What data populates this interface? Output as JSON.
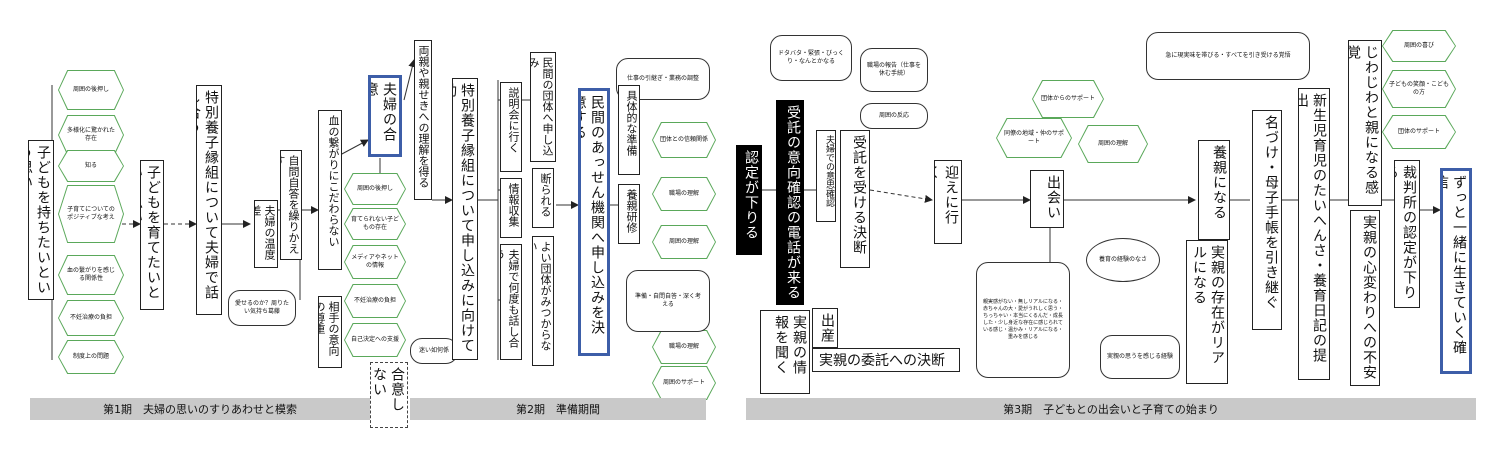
{
  "colors": {
    "box_border": "#222222",
    "highlight_border": "#3d5ea8",
    "hexagon_border": "#5aa85a",
    "phase_bar": "#c9c9c9",
    "black_box": "#000000"
  },
  "phases": {
    "p1": "第1期　夫婦の思いのすりあわせと模索",
    "p2": "第2期　準備期間",
    "p3": "第3期　子どもとの出会いと子育ての始まり"
  },
  "boxes": {
    "b1": "子どもを持ちたいという思い",
    "b2": "子どもを育てたいという思い",
    "b3": "特別養子縁組について夫婦で話し合う",
    "b4": "夫婦の温度差",
    "b5": "自問自答を繰りかえす",
    "b6": "血の繋がりにこだわらない",
    "b7": "相手の意向の尊重",
    "b8": "夫婦の合意",
    "b9": "合意しない",
    "b10": "両親や親せきへの理解を得る",
    "b11": "特別養子縁組について申し込みに向けて動く",
    "b12": "説明会に行く",
    "b13": "情報収集",
    "b14": "夫婦で何度も話し合う",
    "b15": "民間の団体へ申し込み",
    "b16": "断られる",
    "b17": "よい団体がみつからない",
    "b18": "民間のあっせん機関へ申し込みを決意する",
    "b19": "具体的な準備",
    "b20": "養親研修",
    "b21": "認定が下りる",
    "b22": "受託の意向確認の電話が来る",
    "b23": "実親の情報を聞く",
    "b24": "夫婦での意思確認",
    "b25": "受託を受ける決断",
    "b26": "出産",
    "b27": "実親の委託への決断",
    "b28": "迎えに行く",
    "b29": "出会い",
    "b30": "養親になる",
    "b31": "実親の存在がリアルになる",
    "b32": "名づけ・母子手帳を引き継ぐ",
    "b33": "新生児育児のたいへんさ・養育日記の提出",
    "b34": "じわじわと親になる感覚",
    "b35": "実親の心変わりへの不安",
    "b36": "裁判所の認定が下りる",
    "b37": "ずっと一緒に生きていく確信"
  },
  "hexagons": {
    "h1": "周囲の後押し",
    "h2": "多様化に驚かれた存在",
    "h3": "知る",
    "h4": "子育てについてのポジティブな考え",
    "h5": "血の繋がりを感じる関係性",
    "h6": "不妊治療の負担",
    "h7": "制度上の問題",
    "h8": "周囲の後押し",
    "h9": "育てられない子どもの存在",
    "h10": "メディアやネットの情報",
    "h11": "不妊治療の負担",
    "h12": "自己決定への支援",
    "h13": "団体との信頼関係",
    "h14": "職場の理解",
    "h15": "周囲の理解",
    "h16": "職場の理解",
    "h17": "周囲のサポート",
    "h18": "団体からのサポート",
    "h19": "同僚の地域・仲のサポート",
    "h20": "周囲の理解",
    "h21": "周囲の喜び",
    "h22": "子どもの笑顔・こどもの方",
    "h23": "団体のサポート"
  },
  "callouts": {
    "c1": "愛せるのか？周りたい気持ち葛藤",
    "c2": "迷い如何係",
    "c3": "仕事の引継ぎ・業務の調整",
    "c4": "準備・自問自答・深く考える",
    "c5": "ドタバタ・緊張・びっくり・なんとかなる",
    "c6": "職場の報告（仕事を休む手続）",
    "c7": "周囲の反応",
    "c8": "急に現実味を帯びる・すべてを引き受ける覚悟",
    "c9": "親実感がない・無しリアルになる・赤ちゃんの大・愛がうれしく思う・ちっちゃい・本当にくるんだ・成長した・少し身近な存在に感じられている感じ・温かみ・リアルになる・重みを感じる",
    "c10": "養育の経験のなさ",
    "c11": "実親の思うを感じる経験"
  }
}
